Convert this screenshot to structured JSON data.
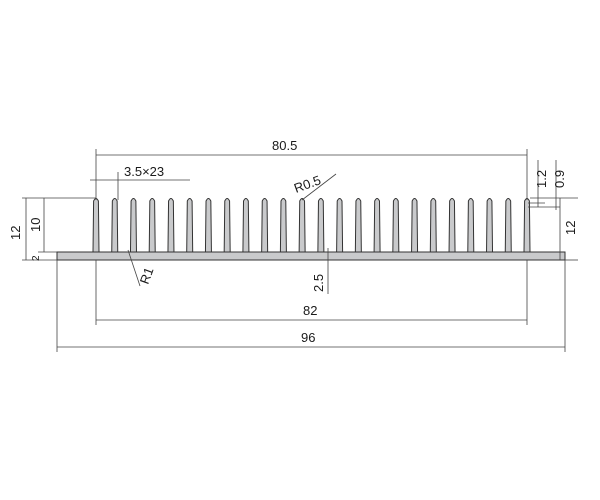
{
  "diagram": {
    "labels": {
      "overall_width_top": "80.5",
      "fin_pitch": "3.5×23",
      "tip_radius": "R0.5",
      "fin_height": "10",
      "total_height_left": "12",
      "base_thickness_left": "2",
      "total_height_right": "12",
      "fin_tip_thickness": "1.2",
      "fin_root_thickness": "0.9",
      "root_radius": "R1",
      "base_thickness_center": "2.5",
      "fin_span_width": "82",
      "overall_width": "96"
    },
    "fin_count": 24,
    "colors": {
      "profile_fill": "#c9cacc",
      "line": "#333333"
    }
  }
}
